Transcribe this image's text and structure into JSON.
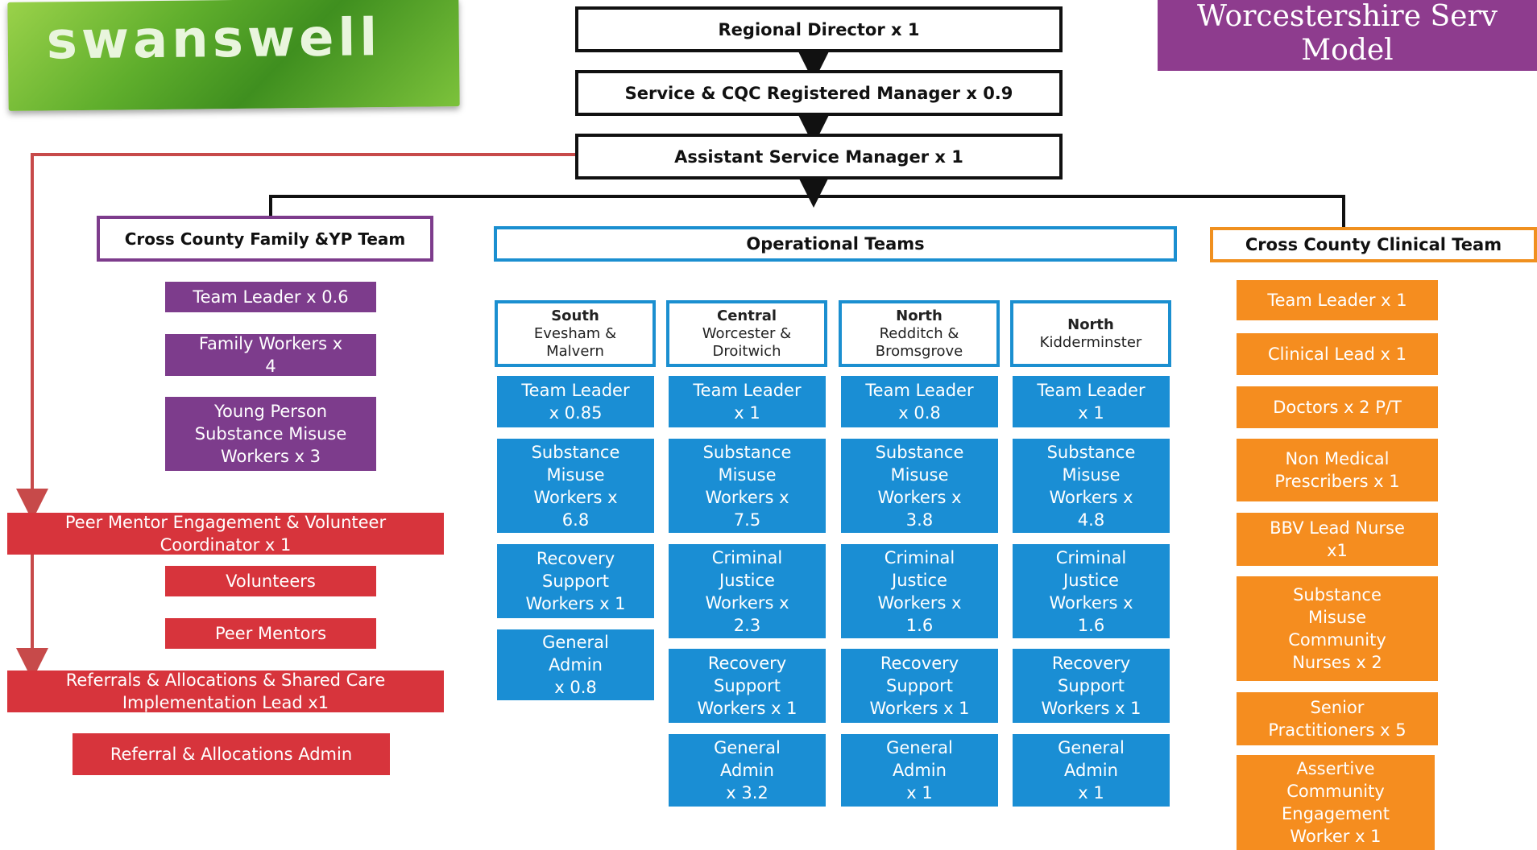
{
  "logo": {
    "text": "swanswell"
  },
  "title": {
    "line1": "Worcestershire Serv",
    "line2": "Model"
  },
  "hierarchy": [
    "Regional Director x 1",
    "Service & CQC Registered Manager x 0.9",
    "Assistant Service Manager x 1"
  ],
  "family_team": {
    "title": "Cross County Family &YP Team",
    "items": [
      "Team Leader x 0.6",
      "Family Workers x\n4",
      "Young Person\nSubstance Misuse\nWorkers x 3"
    ]
  },
  "peer": {
    "coordinator": "Peer Mentor Engagement  & Volunteer\nCoordinator x 1",
    "items": [
      "Volunteers",
      "Peer Mentors"
    ],
    "referrals_lead": "Referrals & Allocations  & Shared Care\nImplementation Lead x1",
    "referrals_admin": "Referral & Allocations Admin"
  },
  "operational": {
    "title": "Operational Teams",
    "columns": [
      {
        "area": "South",
        "sub": "Evesham &\nMalvern",
        "items": [
          "Team Leader\nx 0.85",
          "Substance\nMisuse\nWorkers x\n6.8",
          "Recovery\nSupport\nWorkers x 1",
          "General\nAdmin\nx 0.8"
        ]
      },
      {
        "area": "Central",
        "sub": "Worcester &\nDroitwich",
        "items": [
          "Team Leader\nx 1",
          "Substance\nMisuse\nWorkers x\n7.5",
          "Criminal\nJustice\nWorkers x\n2.3",
          "Recovery\nSupport\nWorkers x 1",
          "General\nAdmin\nx 3.2"
        ]
      },
      {
        "area": "North",
        "sub": "Redditch  &\nBromsgrove",
        "items": [
          "Team Leader\nx 0.8",
          "Substance\nMisuse\nWorkers x\n3.8",
          "Criminal\nJustice\nWorkers x\n1.6",
          "Recovery\nSupport\nWorkers x 1",
          "General\nAdmin\nx 1"
        ]
      },
      {
        "area": "North",
        "sub": "Kidderminster",
        "items": [
          "Team Leader\nx 1",
          "Substance\nMisuse\nWorkers x\n4.8",
          "Criminal\nJustice\nWorkers x\n1.6",
          "Recovery\nSupport\nWorkers x 1",
          "General\nAdmin\nx 1"
        ]
      }
    ]
  },
  "clinical_team": {
    "title": "Cross County Clinical Team",
    "items": [
      "Team Leader x 1",
      "Clinical Lead x 1",
      "Doctors x 2 P/T",
      "Non Medical\nPrescribers x 1",
      "BBV Lead Nurse\nx1",
      "Substance\nMisuse\nCommunity\nNurses x 2",
      "Senior\nPractitioners x 5",
      "Assertive\nCommunity\nEngagement\nWorker x 1"
    ]
  },
  "colors": {
    "purple": "#7d3c8c",
    "red": "#d7343c",
    "blue": "#1a8ed4",
    "orange": "#f58d1f",
    "title_banner": "#8e3c8e",
    "logo_green": "#5fae2c"
  }
}
